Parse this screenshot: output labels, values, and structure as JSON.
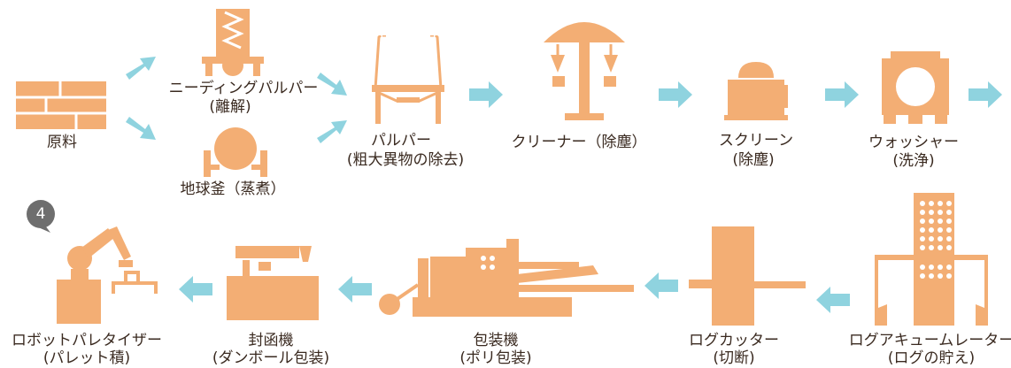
{
  "colors": {
    "icon": "#f3ae74",
    "arrow": "#8fd3df",
    "badge": "#6e6e6e",
    "text": "#3a2a20"
  },
  "badge": {
    "number": "4"
  },
  "steps": {
    "raw": {
      "label": "原料",
      "icon": "stacked-sheets-icon"
    },
    "kneader": {
      "label": "ニーディングパルパー",
      "sub": "(離解)",
      "icon": "kneading-pulper-icon"
    },
    "globe": {
      "label": "地球釜（蒸煮）",
      "icon": "spherical-digester-icon"
    },
    "pulper": {
      "label": "パルパー",
      "sub": "(粗大異物の除去)",
      "icon": "pulper-tank-icon"
    },
    "cleaner": {
      "label": "クリーナー（除塵）",
      "icon": "cleaner-icon"
    },
    "screen": {
      "label": "スクリーン",
      "sub": "(除塵)",
      "icon": "screen-icon"
    },
    "washer": {
      "label": "ウォッシャー",
      "sub": "(洗浄)",
      "icon": "washer-icon"
    },
    "accumulator": {
      "label": "ログアキュームレーター",
      "sub": "(ログの貯え)",
      "icon": "log-accumulator-icon"
    },
    "cutter": {
      "label": "ログカッター",
      "sub": "(切断)",
      "icon": "log-cutter-icon"
    },
    "packer": {
      "label": "包装機",
      "sub": "(ポリ包装)",
      "icon": "packaging-machine-icon"
    },
    "sealer": {
      "label": "封函機",
      "sub": "(ダンボール包装)",
      "icon": "case-sealer-icon"
    },
    "palletizer": {
      "label": "ロボットパレタイザー",
      "sub": "(パレット積)",
      "icon": "robot-arm-icon"
    }
  }
}
